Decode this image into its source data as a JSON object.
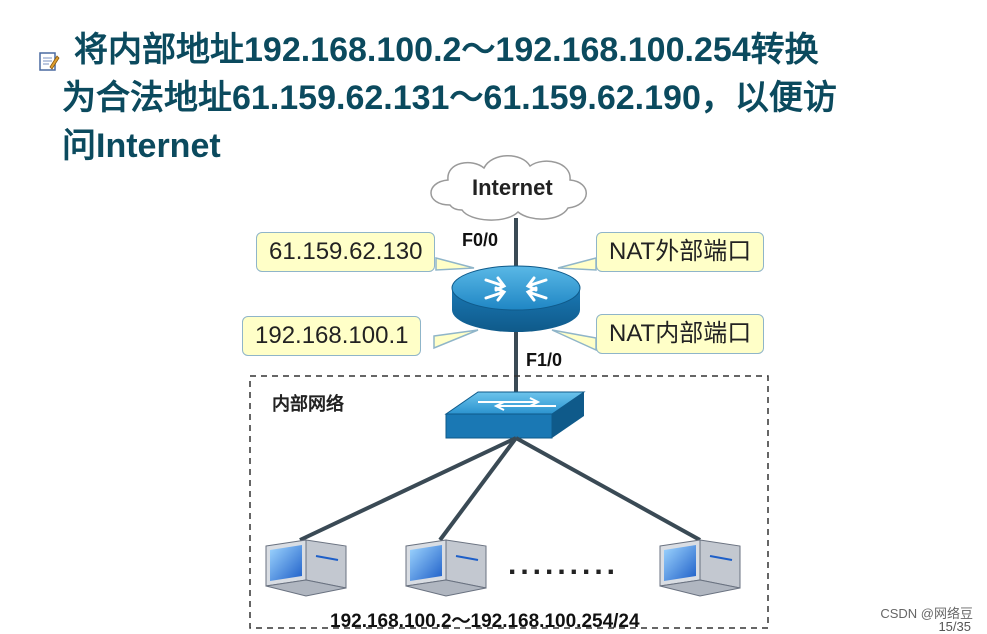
{
  "title": {
    "line1": "将内部地址192.168.100.2～192.168.100.254转换",
    "line2": "为合法地址61.159.62.131～61.159.62.190，以便访",
    "line3": "问Internet"
  },
  "diagram": {
    "internet_label": "Internet",
    "outside_port": "F0/0",
    "inside_port": "F1/0",
    "outside_ip": "61.159.62.130",
    "inside_ip": "192.168.100.1",
    "outside_port_desc": "NAT外部端口",
    "inside_port_desc": "NAT内部端口",
    "area_label": "内部网络",
    "dots": ".........",
    "host_range": "192.168.100.2～192.168.100.254/24"
  },
  "footer": {
    "watermark": "CSDN @网络豆",
    "page": "15/35"
  }
}
